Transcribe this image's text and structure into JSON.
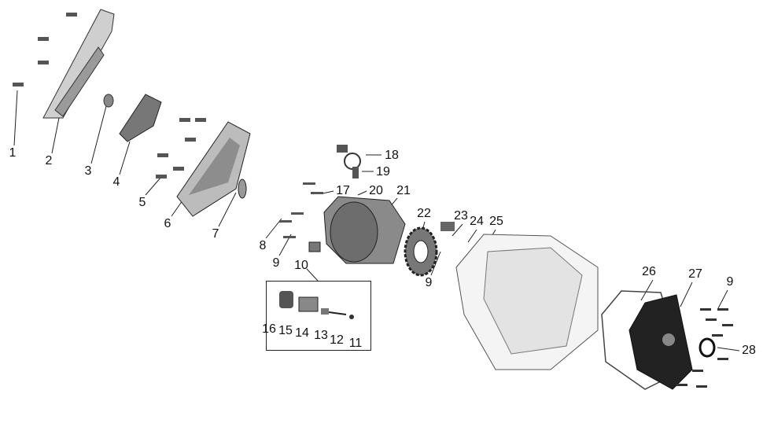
{
  "diagram": {
    "type": "exploded-parts-view",
    "callouts": [
      "1",
      "2",
      "3",
      "4",
      "5",
      "6",
      "7",
      "8",
      "9",
      "10",
      "11",
      "12",
      "13",
      "14",
      "15",
      "16",
      "17",
      "18",
      "19",
      "20",
      "21",
      "22",
      "23",
      "24",
      "25",
      "9",
      "26",
      "27",
      "9",
      "28"
    ]
  }
}
